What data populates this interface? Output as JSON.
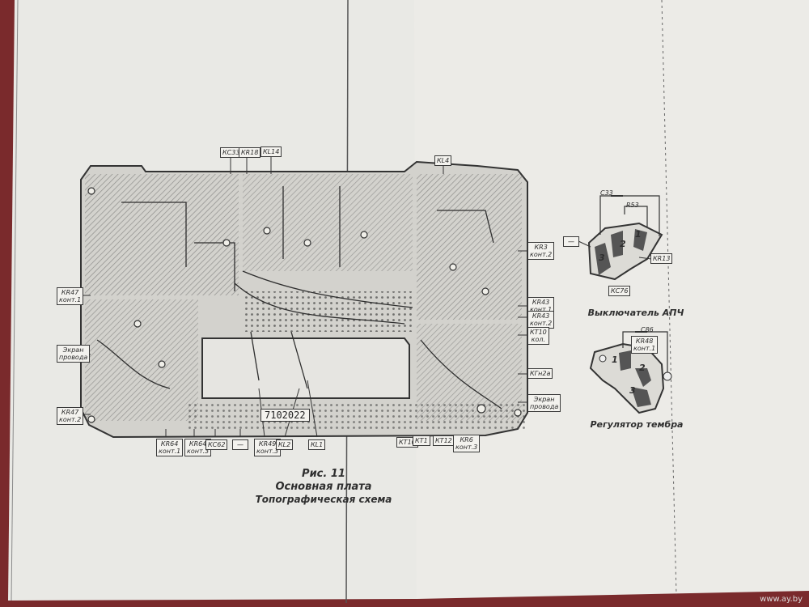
{
  "figure": {
    "caption_number": "Рис. 11",
    "caption_title": "Основная плата",
    "caption_subtitle": "Топографическая схема",
    "board_number": "7102022"
  },
  "board_labels": {
    "top": [
      "КС33",
      "КR18",
      "КL14",
      "КL4"
    ],
    "left": [
      "КR47\nконт.1",
      "Экран\nпровода",
      "КR47\nконт.2"
    ],
    "right": [
      "КR3\nконт.2",
      "КR43\nконт.1",
      "КR43\nконт.2",
      "КТ10\nкол.",
      "КГн2а",
      "Экран\nпровода"
    ],
    "bottom": [
      "КR64\nконт.1",
      "КR64\nконт.3",
      "КС62",
      "—",
      "КR49\nконт.3",
      "КL2",
      "КL1",
      "КТ10",
      "КТ1",
      "КТ12",
      "КR6\nконт.3"
    ]
  },
  "switch_afc": {
    "caption": "Выключатель АПЧ",
    "labels": [
      "С33",
      "R53",
      "—",
      "КR13",
      "КС76"
    ],
    "contacts": [
      "1",
      "2",
      "3"
    ]
  },
  "tone_control": {
    "caption": "Регулятор тембра",
    "labels": [
      "С86",
      "КR48\nконт.1"
    ],
    "contacts": [
      "1",
      "2",
      "3"
    ]
  },
  "watermark": "www.ay.by"
}
